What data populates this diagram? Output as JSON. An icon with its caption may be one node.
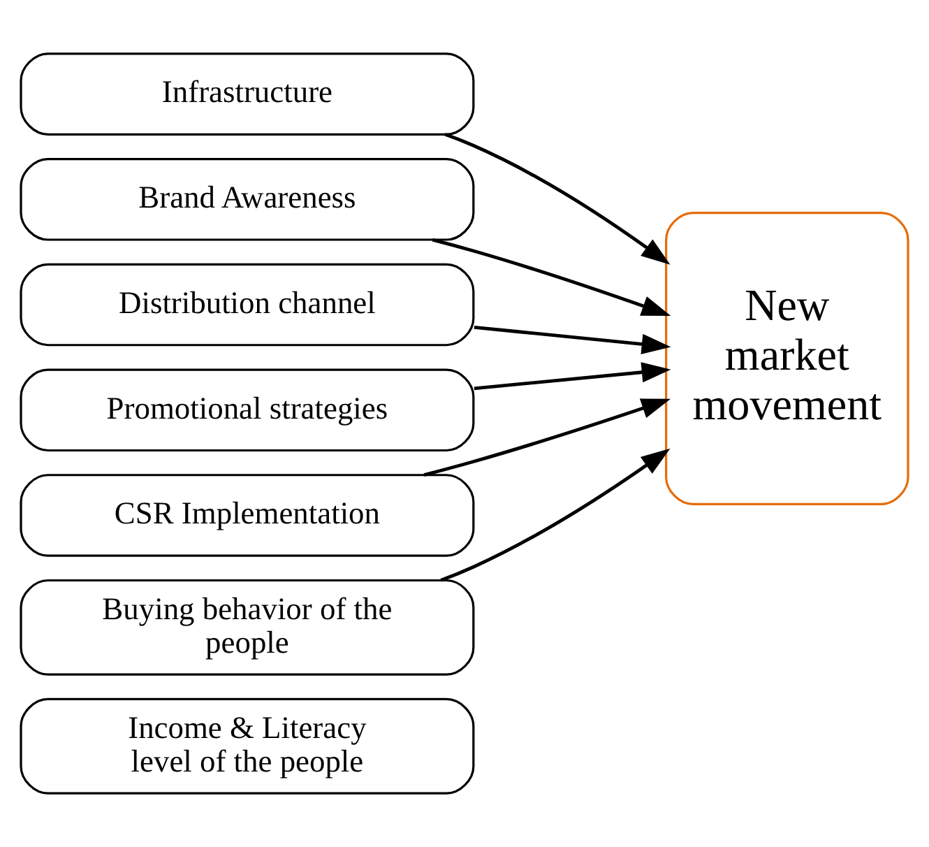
{
  "diagram": {
    "nodes": [
      {
        "text": [
          "Infrastructure"
        ]
      },
      {
        "text": [
          "Brand Awareness"
        ]
      },
      {
        "text": [
          "Distribution channel"
        ]
      },
      {
        "text": [
          "Promotional strategies"
        ]
      },
      {
        "text": [
          "CSR Implementation"
        ]
      },
      {
        "text": [
          "Buying behavior of the people"
        ]
      },
      {
        "text": [
          "Income & Literacy level of the people"
        ]
      },
      {
        "text": [
          "New market movement"
        ]
      }
    ],
    "edges": [
      {
        "from": 0,
        "to": 7,
        "arrow": "to"
      },
      {
        "from": 1,
        "to": 7,
        "arrow": "to"
      },
      {
        "from": 2,
        "to": 7,
        "arrow": "to"
      },
      {
        "from": 3,
        "to": 7,
        "arrow": "to"
      },
      {
        "from": 4,
        "to": 7,
        "arrow": "to"
      },
      {
        "from": 5,
        "to": 7,
        "arrow": "to"
      }
    ]
  }
}
